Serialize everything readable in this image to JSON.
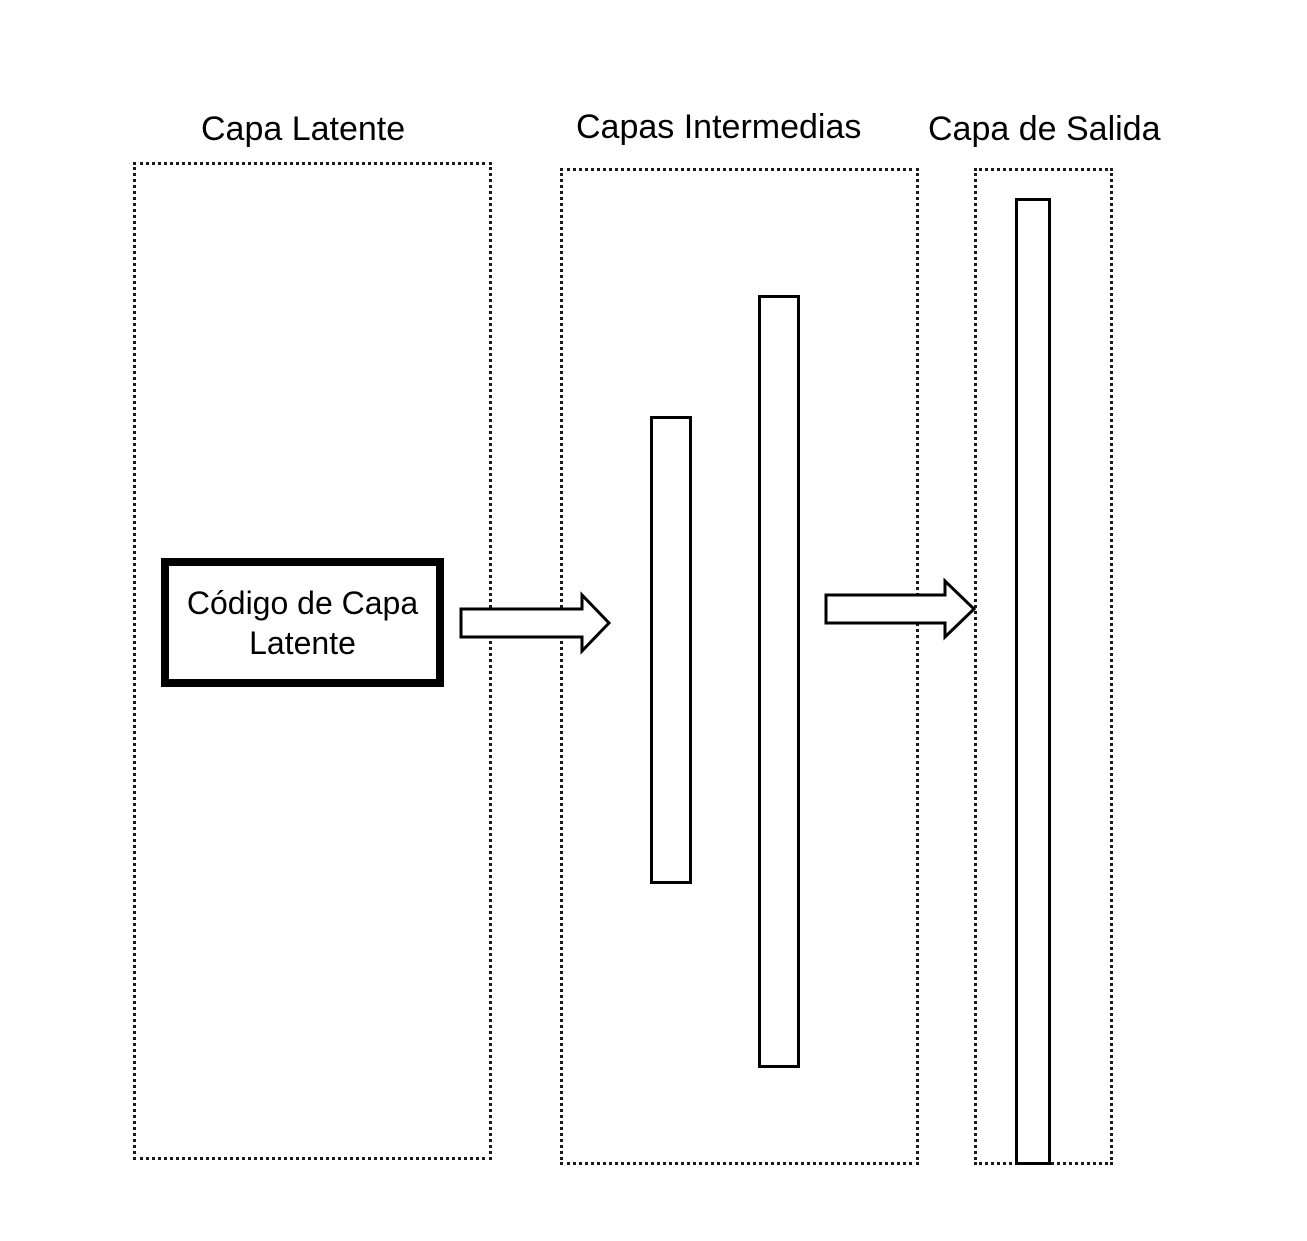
{
  "groups": {
    "latent": {
      "title": "Capa Latente"
    },
    "intermediate": {
      "title": "Capas Intermedias"
    },
    "output": {
      "title": "Capa de Salida"
    }
  },
  "latent_code": {
    "label": "Código de Capa\nLatente"
  },
  "colors": {
    "stroke": "#000000",
    "fill": "#ffffff",
    "dotted_border": "#1a1a1a"
  }
}
